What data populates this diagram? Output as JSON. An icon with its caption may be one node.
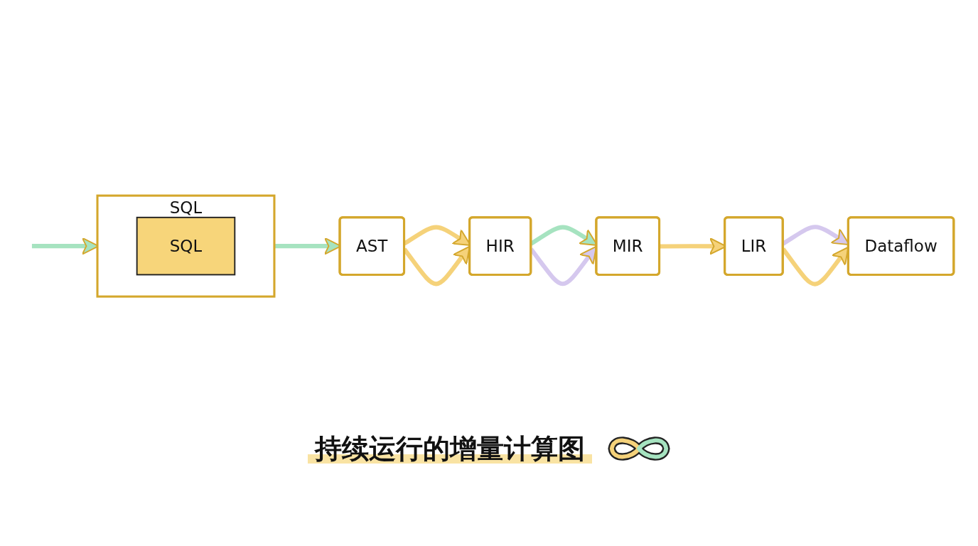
{
  "diagram": {
    "caption": "持续运行的增量计算图",
    "nodes": [
      {
        "text": [
          "SQL"
        ]
      },
      {
        "text": [
          "SQL"
        ],
        "in": 0
      },
      {
        "text": [
          "AST"
        ]
      },
      {
        "text": [
          "HIR"
        ]
      },
      {
        "text": [
          "MIR"
        ]
      },
      {
        "text": [
          "LIR"
        ]
      },
      {
        "text": [
          "Dataflow"
        ]
      }
    ],
    "edges": [
      {
        "from": null,
        "to": 0,
        "arrow": "to",
        "color": "#a6e3c0"
      },
      {
        "from": 0,
        "to": 2,
        "arrow": "to",
        "color": "#a6e3c0"
      },
      {
        "from": 2,
        "to": 3,
        "arrow": "to"
      },
      {
        "from": 3,
        "to": 4,
        "arrow": "to",
        "color": "#a6e3c0"
      },
      {
        "from": 4,
        "to": 5,
        "arrow": "to"
      },
      {
        "from": 5,
        "to": 6,
        "arrow": "to",
        "color": "#d5c8ee"
      },
      {
        "from": 2,
        "to": 3,
        "arrow": "to"
      },
      {
        "from": 3,
        "to": 4,
        "arrow": "to",
        "color": "#d5c8ee"
      },
      {
        "from": 5,
        "to": 6,
        "arrow": "to"
      }
    ]
  }
}
